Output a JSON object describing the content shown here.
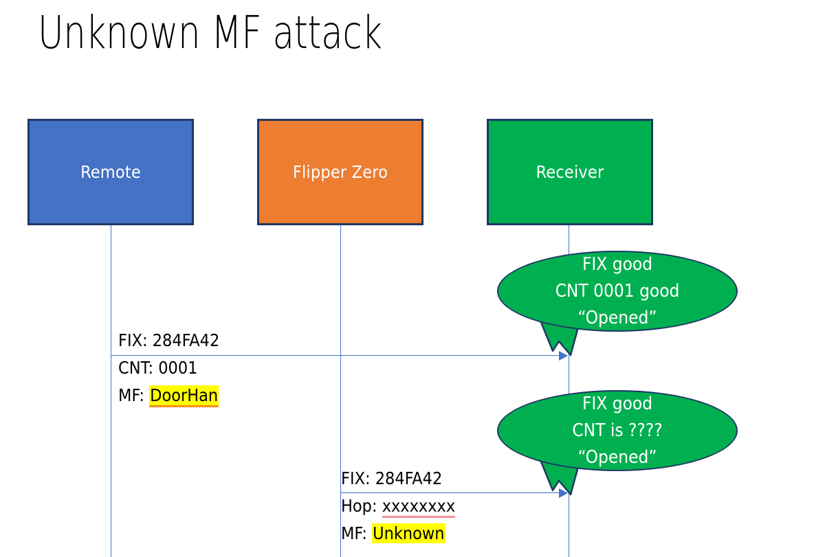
{
  "slide": {
    "title": "Unknown MF attack"
  },
  "actors": [
    {
      "id": "remote",
      "label": "Remote",
      "color": "#4472C4"
    },
    {
      "id": "flipper",
      "label": "Flipper Zero",
      "color": "#ED7D31"
    },
    {
      "id": "receiver",
      "label": "Receiver",
      "color": "#00B050"
    }
  ],
  "messages": [
    {
      "id": "msg1",
      "from": "remote",
      "to": "receiver",
      "lines": [
        {
          "prefix": "FIX: ",
          "value": "284FA42",
          "highlight": false,
          "spellerror": false
        },
        {
          "prefix": "CNT: ",
          "value": "0001",
          "highlight": false,
          "spellerror": false
        },
        {
          "prefix": "MF: ",
          "value": "DoorHan",
          "highlight": true,
          "spellerror": true
        }
      ]
    },
    {
      "id": "msg2",
      "from": "flipper",
      "to": "receiver",
      "lines": [
        {
          "prefix": "FIX: ",
          "value": "284FA42",
          "highlight": false,
          "spellerror": false
        },
        {
          "prefix": "Hop: ",
          "value": "xxxxxxxx",
          "highlight": false,
          "spellerror": true
        },
        {
          "prefix": "MF: ",
          "value": "Unknown",
          "highlight": true,
          "spellerror": false
        }
      ]
    }
  ],
  "bubbles": [
    {
      "id": "bubble1",
      "lines": [
        "FIX good",
        "CNT 0001 good",
        "“Opened”"
      ],
      "fill": "#00B050"
    },
    {
      "id": "bubble2",
      "lines": [
        "FIX good",
        "CNT is ????",
        "“Opened”"
      ],
      "fill": "#00B050"
    }
  ],
  "palette": {
    "blue": "#4472C4",
    "orange": "#ED7D31",
    "green": "#00B050",
    "outline": "#1F3864",
    "highlight": "#FFFF00",
    "spell_underline": "#E8212B"
  }
}
